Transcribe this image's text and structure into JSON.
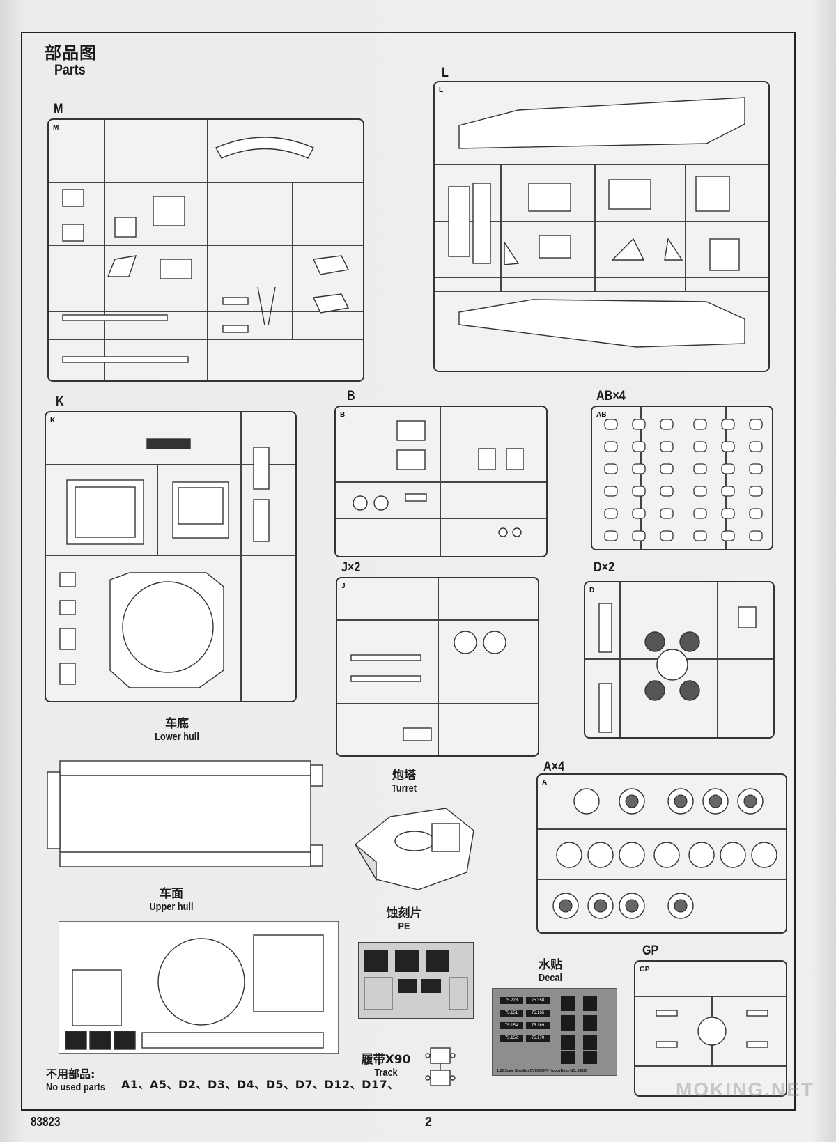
{
  "header": {
    "title_zh": "部品图",
    "title_en": "Parts"
  },
  "sprues": {
    "M": "M",
    "L": "L",
    "K": "K",
    "B": "B",
    "AB": "AB×4",
    "J": "J×2",
    "D": "D×2",
    "A": "A×4",
    "GP": "GP"
  },
  "captions": {
    "lower_hull_zh": "车底",
    "lower_hull_en": "Lower hull",
    "turret_zh": "炮塔",
    "turret_en": "Turret",
    "upper_hull_zh": "车面",
    "upper_hull_en": "Upper hull",
    "pe_zh": "蚀刻片",
    "pe_en": "PE",
    "decal_zh": "水贴",
    "decal_en": "Decal",
    "track_zh": "履带X90",
    "track_en": "Track"
  },
  "decal": {
    "cells": [
      "75.228",
      "75.358",
      "75.151",
      "75.165",
      "75.154",
      "75.169",
      "75.152",
      "75.170"
    ],
    "footer": "1:35 Scale Swedish CV9035 IFV HobbyBoss NO.:83823"
  },
  "unused": {
    "zh": "不用部品:",
    "en": "No used parts",
    "list": "A1、A5、D2、D3、D4、D5、D7、D12、D17、"
  },
  "footer": {
    "code": "83823",
    "page": "2"
  },
  "watermark": "MOKING.NET"
}
